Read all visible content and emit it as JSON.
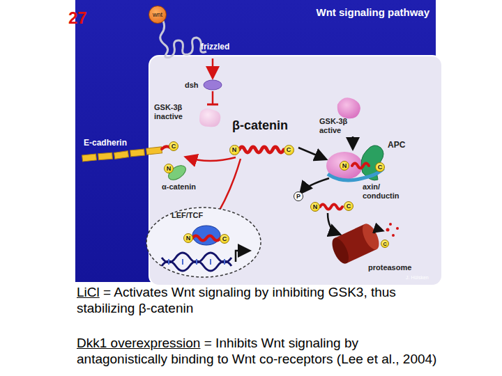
{
  "diagram": {
    "title": "Wnt signaling pathway",
    "nodes": [
      {
        "text": [
          "wnt"
        ]
      },
      {
        "text": [
          "N"
        ]
      },
      {
        "text": [
          "C"
        ]
      },
      {
        "text": [
          "C"
        ]
      },
      {
        "text": [
          "N"
        ]
      },
      {
        "text": [
          "N"
        ]
      },
      {
        "text": [
          "C"
        ]
      },
      {
        "text": [
          "N"
        ]
      },
      {
        "text": [
          "C"
        ]
      },
      {
        "text": [
          "P"
        ]
      },
      {
        "text": [
          "N"
        ]
      },
      {
        "text": [
          "C"
        ]
      },
      {
        "text": [
          "C"
        ]
      }
    ],
    "labels": [
      "27",
      "frizzled",
      "dsh",
      "GSK-3β inactive",
      "β-catenin",
      "E-cadherin",
      "α-catenin",
      "LEF/TCF",
      "GSK-3β active",
      "APC",
      "axin/ conductin",
      "proteasome",
      "J. Hülsken",
      "LiCl",
      "= Activates Wnt signaling by inhibiting GSK3, thus stabilizing β-catenin",
      "Dkk1 overexpression",
      "= Inhibits Wnt signaling by antagonistically binding to Wnt co-receptors (Lee et al., 2004)"
    ]
  }
}
